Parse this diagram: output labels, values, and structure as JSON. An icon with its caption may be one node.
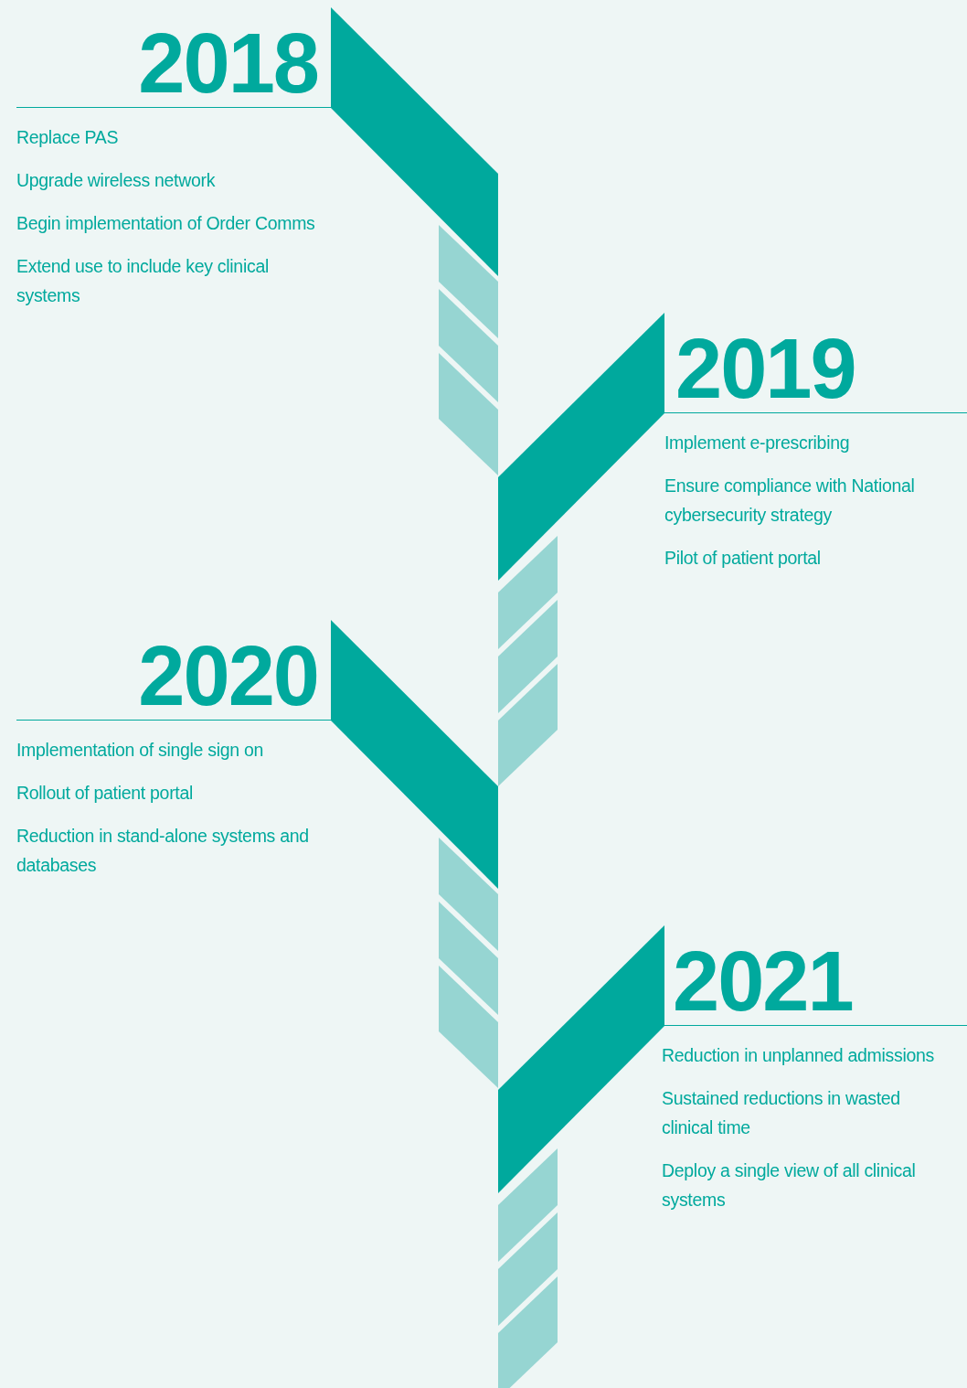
{
  "diagram": {
    "nodes": [
      {
        "text": [
          "2018",
          "Replace PAS",
          "Upgrade wireless network",
          "Begin implementation of Order Comms",
          "Extend use to include key clinical systems"
        ]
      },
      {
        "text": [
          "2019",
          "Implement e-prescribing",
          "Ensure compliance with National cybersecurity strategy",
          "Pilot of patient portal"
        ]
      },
      {
        "text": [
          "2020",
          "Implementation of single sign on",
          "Rollout of patient portal",
          "Reduction in stand-alone systems and databases"
        ]
      },
      {
        "text": [
          "2021",
          "Reduction in unplanned admissions",
          "Sustained reductions in wasted clinical time",
          "Deploy a single view of all clinical systems"
        ]
      }
    ]
  }
}
